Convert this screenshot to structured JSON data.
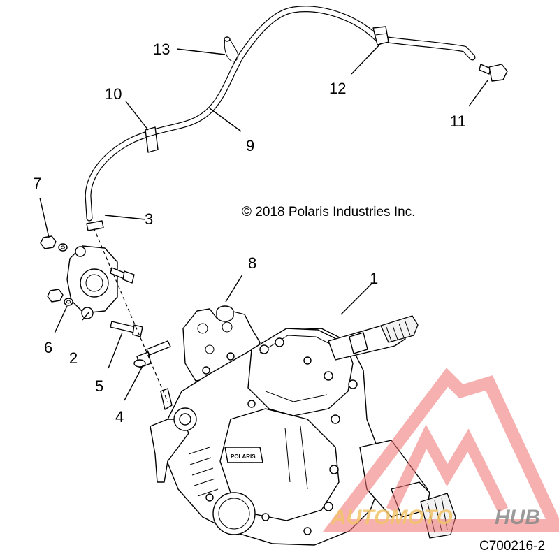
{
  "callouts": {
    "c1": "1",
    "c2": "2",
    "c3": "3",
    "c4": "4",
    "c5": "5",
    "c6": "6",
    "c7": "7",
    "c8": "8",
    "c9": "9",
    "c10": "10",
    "c11": "11",
    "c12": "12",
    "c13": "13"
  },
  "copyright": "© 2018 Polaris Industries Inc.",
  "figure_code": "C700216-2",
  "watermark": {
    "text_a": "AUTOMOTO",
    "text_b": "HUB",
    "color_logo": "#f07070",
    "color_text_a": "#f2c46a",
    "color_text_b": "#8a8a8a"
  }
}
